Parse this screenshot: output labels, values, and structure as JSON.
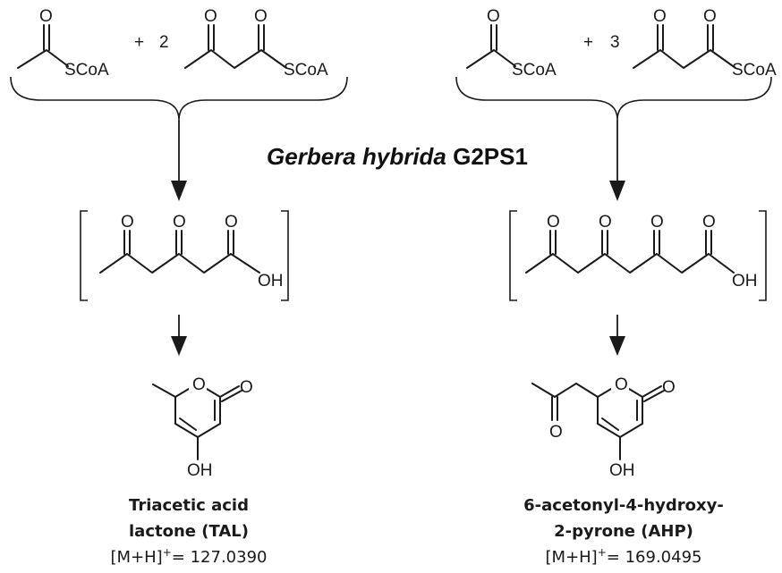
{
  "enzyme": {
    "species": "Gerbera hybrida",
    "name": " G2PS1"
  },
  "atoms": {
    "oxygen": "O",
    "thioester": "SCoA",
    "acid": "OH",
    "hydroxyl": "OH"
  },
  "left": {
    "plus": "+",
    "coefficient": "2",
    "product_name_line1": "Triacetic acid",
    "product_name_line2": "lactone (TAL)",
    "mass_prefix": "[M+H]",
    "mass_charge": "+",
    "mass_value": "= 127.0390"
  },
  "right": {
    "plus": "+",
    "coefficient": "3",
    "product_name_line1": "6-acetonyl-4-hydroxy-",
    "product_name_line2": "2-pyrone (AHP)",
    "mass_prefix": "[M+H]",
    "mass_charge": "+",
    "mass_value": "= 169.0495"
  }
}
